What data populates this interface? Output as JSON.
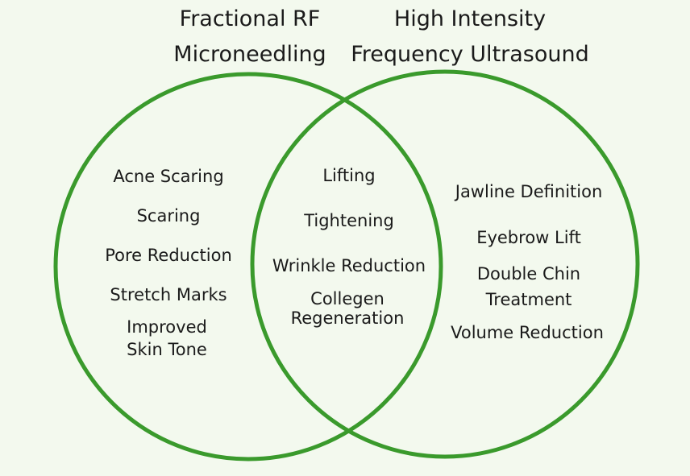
{
  "colors": {
    "background": "#f3f9ee",
    "circle_stroke": "#3a9a2c",
    "text": "#1a1a1a"
  },
  "left": {
    "title_line1": "Fractional RF",
    "title_line2": "Microneedling",
    "items": [
      {
        "line1": "Acne Scaring"
      },
      {
        "line1": "Scaring"
      },
      {
        "line1": "Pore Reduction"
      },
      {
        "line1": "Stretch Marks"
      },
      {
        "line1": "Improved",
        "line2": "Skin Tone"
      }
    ]
  },
  "right": {
    "title_line1": "High Intensity",
    "title_line2": "Frequency Ultrasound",
    "items": [
      {
        "line1": "Jawline Definition"
      },
      {
        "line1": "Eyebrow Lift"
      },
      {
        "line1": "Double Chin",
        "line2": "Treatment"
      },
      {
        "line1": "Volume Reduction"
      }
    ]
  },
  "overlap": {
    "items": [
      {
        "line1": "Lifting"
      },
      {
        "line1": "Tightening"
      },
      {
        "line1": "Wrinkle Reduction"
      },
      {
        "line1": "Collegen",
        "line2": "Regeneration"
      }
    ]
  }
}
